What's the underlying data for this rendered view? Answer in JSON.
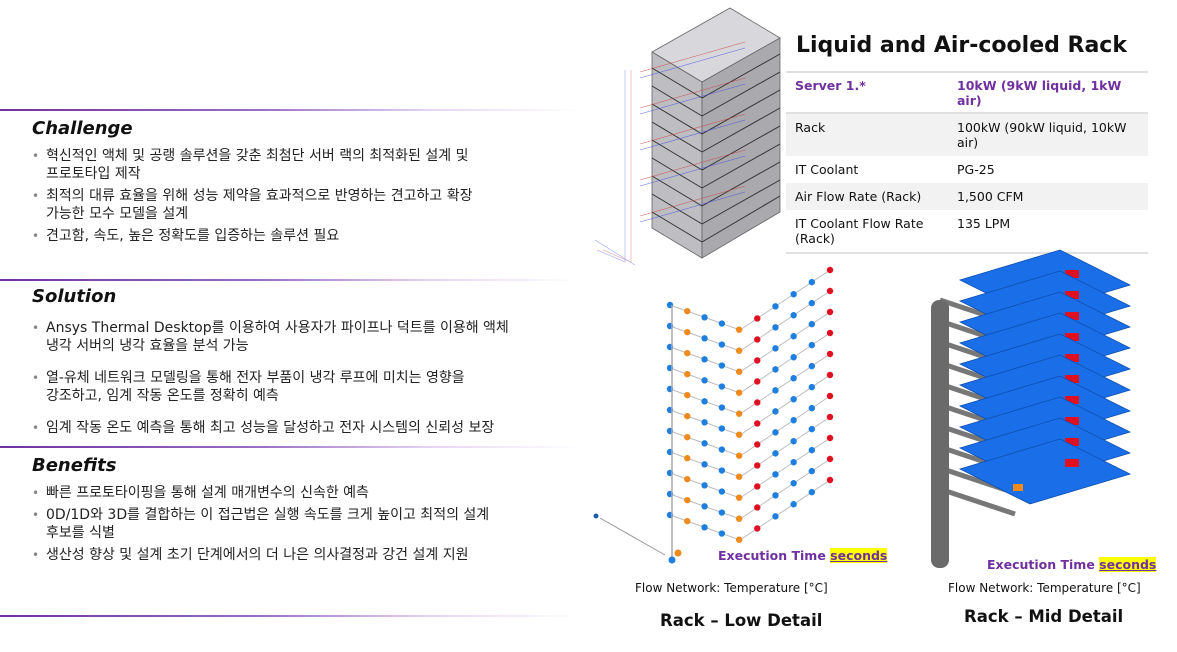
{
  "sections": {
    "challenge": {
      "title": "Challenge",
      "items": [
        [
          "혁신적인 액체 및 공랭 솔루션을 갖춘 최첨단 서버 랙의 최적화된 설계 및",
          "프로토타입 제작"
        ],
        [
          "최적의 대류 효율을 위해 성능 제약을 효과적으로 반영하는 견고하고 확장",
          "가능한 모수 모델을 설계"
        ],
        [
          "견고함, 속도, 높은 정확도를 입증하는 솔루션 필요"
        ]
      ]
    },
    "solution": {
      "title": "Solution",
      "items": [
        [
          "Ansys Thermal Desktop를 이용하여 사용자가 파이프나 덕트를 이용해 액체",
          "냉각 서버의 냉각 효율을 분석 가능"
        ],
        [
          "열-유체 네트워크 모델링을 통해 전자 부품이 냉각 루프에 미치는 영향을",
          "강조하고, 임계 작동 온도를 정확히 예측"
        ],
        [
          "임계 작동 온도 예측을 통해 최고 성능을 달성하고 전자 시스템의 신뢰성 보장"
        ]
      ]
    },
    "benefits": {
      "title": "Benefits",
      "items": [
        [
          "빠른 프로토타이핑을 통해 설계 매개변수의 신속한 예측"
        ],
        [
          "0D/1D와 3D를 결합하는 이 접근법은 실행 속도를 크게 높이고 최적의 설계",
          "후보를 식별"
        ],
        [
          "생산성 향상 및 설계 초기 단계에서의 더 나은 의사결정과  강건 설계 지원"
        ]
      ]
    }
  },
  "spec": {
    "title": "Liquid and Air-cooled Rack",
    "header": {
      "key": "Server 1.*",
      "value": "10kW (9kW liquid, 1kW air)"
    },
    "rows": [
      {
        "key": "Rack",
        "value": "100kW (90kW liquid, 10kW air)"
      },
      {
        "key": "IT Coolant",
        "value": "PG-25"
      },
      {
        "key": "Air Flow Rate (Rack)",
        "value": "1,500 CFM"
      },
      {
        "key": "IT Coolant Flow Rate (Rack)",
        "value": "135 LPM"
      }
    ]
  },
  "figures": {
    "low": {
      "exec_label": "Execution Time",
      "exec_value": "seconds",
      "caption": "Flow Network: Temperature [°C]",
      "subtitle": "Rack – Low Detail"
    },
    "mid": {
      "exec_label": "Execution Time",
      "exec_value": "seconds",
      "caption": "Flow Network: Temperature [°C]",
      "subtitle": "Rack – Mid Detail"
    }
  },
  "colors": {
    "accent": "#7030a0",
    "highlight": "#ffff00",
    "node_blue": "#1e7fe0",
    "node_orange": "#f08a1c",
    "node_red": "#e01020",
    "plate_blue": "#1a6fe8"
  }
}
